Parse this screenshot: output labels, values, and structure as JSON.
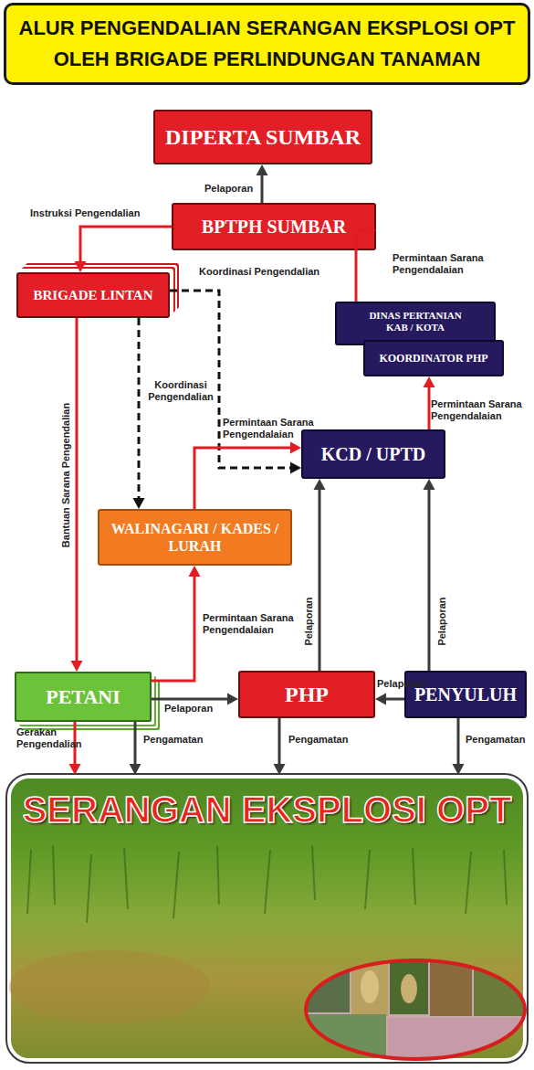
{
  "diagram": {
    "title": "ALUR PENGENDALIAN SERANGAN EKSPLOSI OPT OLEH BRIGADE PERLINDUNGAN TANAMAN",
    "nodes": [
      {
        "text": [
          "DIPERTA SUMBAR"
        ]
      },
      {
        "text": [
          "BPTPH SUMBAR"
        ]
      },
      {
        "text": [
          "BRIGADE LINTAN"
        ]
      },
      {
        "text": [
          "DINAS PERTANIAN KAB / KOTA"
        ]
      },
      {
        "text": [
          "KOORDINATOR PHP"
        ]
      },
      {
        "text": [
          "KCD / UPTD"
        ]
      },
      {
        "text": [
          "WALINAGARI / KADES / LURAH"
        ]
      },
      {
        "text": [
          "PETANI"
        ]
      },
      {
        "text": [
          "PHP"
        ]
      },
      {
        "text": [
          "PENYULUH"
        ]
      },
      {
        "text": [
          "SERANGAN EKSPLOSI OPT"
        ]
      }
    ],
    "edges": [
      {
        "from": 1,
        "to": 0,
        "label": "Pelaporan",
        "arrow": "to"
      },
      {
        "from": 1,
        "to": 2,
        "label": "Instruksi Pengendalian",
        "arrow": "to"
      },
      {
        "from": 2,
        "to": 5,
        "label": "Koordinasi Pengendalian",
        "arrow": "to"
      },
      {
        "from": 2,
        "to": 6,
        "label": "Koordinasi Pengendalian",
        "arrow": "to"
      },
      {
        "from": 2,
        "to": 7,
        "label": "Bantuan Sarana Pengendalian",
        "arrow": "to"
      },
      {
        "from": 3,
        "to": 1,
        "label": "Permintaan Sarana Pengendalaian",
        "arrow": "to"
      },
      {
        "from": 5,
        "to": 4,
        "label": "Permintaan Sarana Pengendalaian",
        "arrow": "to"
      },
      {
        "from": 6,
        "to": 5,
        "label": "Permintaan Sarana Pengendalaian",
        "arrow": "to"
      },
      {
        "from": 7,
        "to": 6,
        "label": "Permintaan Sarana Pengendalaian",
        "arrow": "to"
      },
      {
        "from": 7,
        "to": 8,
        "label": "Pelaporan",
        "arrow": "to"
      },
      {
        "from": 9,
        "to": 8,
        "label": "Pelaporan",
        "arrow": "to"
      },
      {
        "from": 8,
        "to": 5,
        "label": "Pelaporan",
        "arrow": "to"
      },
      {
        "from": 9,
        "to": 5,
        "label": "Pelaporan",
        "arrow": "to"
      },
      {
        "from": 7,
        "to": 10,
        "label": "Gerakan Pengendalian",
        "arrow": "to"
      },
      {
        "from": 7,
        "to": 10,
        "label": "Pengamatan",
        "arrow": "to"
      },
      {
        "from": 8,
        "to": 10,
        "label": "Pengamatan",
        "arrow": "to"
      },
      {
        "from": 9,
        "to": 10,
        "label": "Pengamatan",
        "arrow": "to"
      }
    ]
  }
}
